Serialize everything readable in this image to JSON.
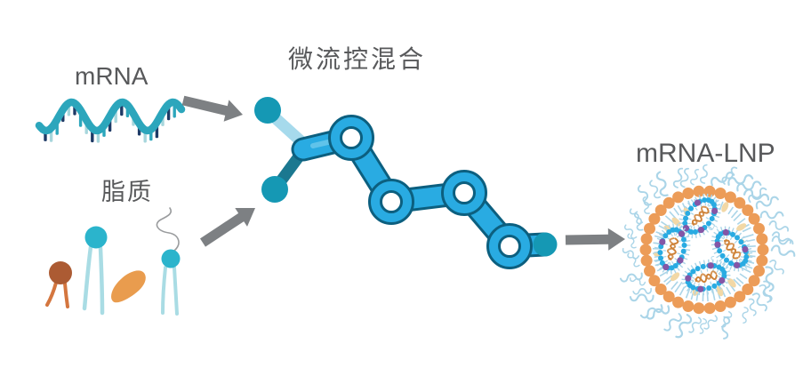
{
  "labels": {
    "mrna": "mRNA",
    "lipids": "脂质",
    "mixing": "微流控混合",
    "product": "mRNA-LNP"
  },
  "diagram": {
    "nodes": [
      {
        "id": "mrna",
        "label": "mRNA",
        "icon": "mrna-strand-icon"
      },
      {
        "id": "lipids",
        "label": "脂质",
        "icon": "lipid-molecules-icon"
      },
      {
        "id": "mixing",
        "label": "微流控混合",
        "icon": "microfluidic-mixer-icon"
      },
      {
        "id": "product",
        "label": "mRNA-LNP",
        "icon": "lnp-particle-icon"
      }
    ],
    "arrows": [
      {
        "from": "mrna",
        "to": "mixing"
      },
      {
        "from": "lipids",
        "to": "mixing"
      },
      {
        "from": "mixing",
        "to": "product"
      }
    ]
  },
  "colors": {
    "label_text": "#58595B",
    "arrow": "#7D8083",
    "wave_teal": "#2CA6BC",
    "tick_navy": "#1E3A66",
    "tick_light": "#A7D6DC",
    "lipid_brown": "#AC5B33",
    "lipid_tail_warm": "#D4763F",
    "lipid_teal": "#2BB4CC",
    "tail_light": "#A9DCE4",
    "lipid_orange": "#E99C4E",
    "squiggle_gray": "#9A9C9E",
    "channel_blue": "#29ABE2",
    "channel_outline": "#0C5F7F",
    "channel_light": "#8ED8F2",
    "arm_light": "#A6DAEC",
    "arm_dark": "#1B7890",
    "inlet_teal": "#1598B4",
    "lnp_membrane": "#EC9C58",
    "lnp_fringe": "#ABD5E8",
    "vesicle_blue": "#29ABE2",
    "purple_dot": "#8456A6",
    "cholesterol_tan": "#F2D8A6",
    "strand_orange": "#CE8238"
  }
}
